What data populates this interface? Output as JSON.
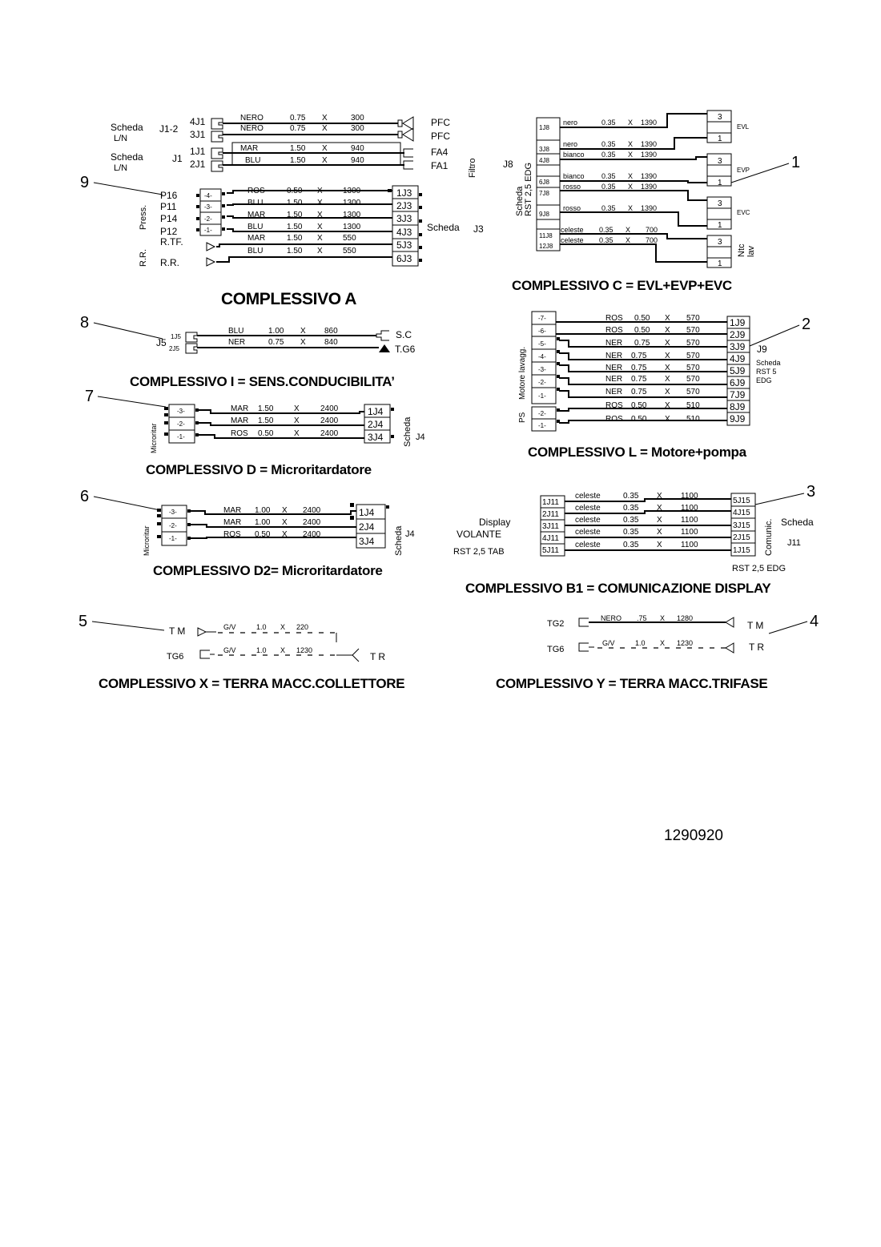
{
  "drawing_code": "1290920",
  "assemblies": {
    "A": {
      "title": "COMPLESSIVO A",
      "ref": "9",
      "left_labels": {
        "scheda1": "Scheda",
        "ln1": "L/N",
        "j12": "J1-2",
        "scheda2": "Scheda",
        "ln2": "L/N",
        "j1": "J1",
        "press": "Press.",
        "rr_side": "R.R.",
        "p": [
          "P16",
          "P11",
          "P14",
          "P12"
        ],
        "rtf": "R.TF.",
        "rr": "R.R."
      },
      "filter_wires": [
        {
          "pin": "4J1",
          "color": "NERO",
          "section": "0.75",
          "x": "X",
          "length": "300",
          "end": "PFC"
        },
        {
          "pin": "3J1",
          "color": "NERO",
          "section": "0.75",
          "x": "X",
          "length": "300",
          "end": "PFC"
        },
        {
          "pin": "1J1",
          "color": "MAR",
          "section": "1.50",
          "x": "X",
          "length": "940",
          "end": "FA4"
        },
        {
          "pin": "2J1",
          "color": "BLU",
          "section": "1.50",
          "x": "X",
          "length": "940",
          "end": "FA1"
        }
      ],
      "filtro": "Filtro",
      "conn_pins": [
        "-4-",
        "-3-",
        "-2-",
        "-1-"
      ],
      "press_wires": [
        {
          "color": "ROS",
          "section": "0.50",
          "x": "X",
          "length": "1300",
          "pin": "1J3"
        },
        {
          "color": "BLU",
          "section": "1.50",
          "x": "X",
          "length": "1300",
          "pin": "2J3"
        },
        {
          "color": "MAR",
          "section": "1.50",
          "x": "X",
          "length": "1300",
          "pin": "3J3"
        },
        {
          "color": "BLU",
          "section": "1.50",
          "x": "X",
          "length": "1300",
          "pin": "4J3"
        },
        {
          "color": "MAR",
          "section": "1.50",
          "x": "X",
          "length": "550",
          "pin": "5J3"
        },
        {
          "color": "BLU",
          "section": "1.50",
          "x": "X",
          "length": "550",
          "pin": "6J3"
        }
      ],
      "scheda": "Scheda",
      "j3": "J3"
    },
    "C": {
      "title": "COMPLESSIVO C = EVL+EVP+EVC",
      "ref": "1",
      "board": [
        "Scheda",
        "RST 2,5 EDG"
      ],
      "j8": "J8",
      "pins": [
        "1J8",
        "3J8",
        "4J8",
        "6J8",
        "7J8",
        "9J8",
        "11J8",
        "12J8"
      ],
      "wires": [
        {
          "color": "nero",
          "section": "0.35",
          "x": "X",
          "length": "1390"
        },
        {
          "color": "nero",
          "section": "0.35",
          "x": "X",
          "length": "1390"
        },
        {
          "color": "bianco",
          "section": "0.35",
          "x": "X",
          "length": "1390"
        },
        {
          "color": "bianco",
          "section": "0.35",
          "x": "X",
          "length": "1390"
        },
        {
          "color": "rosso",
          "section": "0.35",
          "x": "X",
          "length": "1390"
        },
        {
          "color": "rosso",
          "section": "0.35",
          "x": "X",
          "length": "1390"
        },
        {
          "color": "celeste",
          "section": "0.35",
          "x": "X",
          "length": "700"
        },
        {
          "color": "celeste",
          "section": "0.35",
          "x": "X",
          "length": "700"
        }
      ],
      "loads": [
        {
          "name": "EVL",
          "pins": [
            "3",
            "1"
          ]
        },
        {
          "name": "EVP",
          "pins": [
            "3",
            "1"
          ]
        },
        {
          "name": "EVC",
          "pins": [
            "3",
            "1"
          ]
        },
        {
          "name": "Ntc lav",
          "pins": [
            "3",
            "1"
          ]
        }
      ],
      "ntc": [
        "Ntc",
        "lav"
      ]
    },
    "I": {
      "title": "COMPLESSIVO I = SENS.CONDUCIBILITA’",
      "ref": "8",
      "j5": "J5",
      "pins": [
        "1J5",
        "2J5"
      ],
      "wires": [
        {
          "color": "BLU",
          "section": "1.00",
          "x": "X",
          "length": "860",
          "end": "S.C"
        },
        {
          "color": "NER",
          "section": "0.75",
          "x": "X",
          "length": "840",
          "end": "T.G6"
        }
      ]
    },
    "L": {
      "title": "COMPLESSIVO L = Motore+pompa",
      "ref": "2",
      "motor_label": "Motore lavagg.",
      "ps_label": "PS",
      "motor_pins": [
        "-7-",
        "-6-",
        "-5-",
        "-4-",
        "-3-",
        "-2-",
        "-1-"
      ],
      "ps_pins": [
        "-2-",
        "-1-"
      ],
      "wires": [
        {
          "color": "ROS",
          "section": "0.50",
          "x": "X",
          "length": "570",
          "pin": "1J9"
        },
        {
          "color": "ROS",
          "section": "0.50",
          "x": "X",
          "length": "570",
          "pin": "2J9"
        },
        {
          "color": "NER",
          "section": "0.75",
          "x": "X",
          "length": "570",
          "pin": "3J9"
        },
        {
          "color": "NER",
          "section": "0.75",
          "x": "X",
          "length": "570",
          "pin": "4J9"
        },
        {
          "color": "NER",
          "section": "0.75",
          "x": "X",
          "length": "570",
          "pin": "5J9"
        },
        {
          "color": "NER",
          "section": "0.75",
          "x": "X",
          "length": "570",
          "pin": "6J9"
        },
        {
          "color": "NER",
          "section": "0.75",
          "x": "X",
          "length": "570",
          "pin": "7J9"
        },
        {
          "color": "ROS",
          "section": "0.50",
          "x": "X",
          "length": "510",
          "pin": "8J9"
        },
        {
          "color": "ROS",
          "section": "0.50",
          "x": "X",
          "length": "510",
          "pin": "9J9"
        }
      ],
      "j9": "J9",
      "board": [
        "Scheda",
        "RST 5",
        "EDG"
      ]
    },
    "D": {
      "title": "COMPLESSIVO D = Microritardatore",
      "ref": "7",
      "side": "Microritar",
      "conn_pins": [
        "-3-",
        "-2-",
        "-1-"
      ],
      "wires": [
        {
          "color": "MAR",
          "section": "1.50",
          "x": "X",
          "length": "2400",
          "pin": "1J4"
        },
        {
          "color": "MAR",
          "section": "1.50",
          "x": "X",
          "length": "2400",
          "pin": "2J4"
        },
        {
          "color": "ROS",
          "section": "0.50",
          "x": "X",
          "length": "2400",
          "pin": "3J4"
        }
      ],
      "scheda": "Scheda",
      "j4": "J4"
    },
    "D2": {
      "title": "COMPLESSIVO D2= Microritardatore",
      "ref": "6",
      "side": "Microritar",
      "conn_pins": [
        "-3-",
        "-2-",
        "-1-"
      ],
      "wires": [
        {
          "color": "MAR",
          "section": "1.00",
          "x": "X",
          "length": "2400",
          "pin": "1J4"
        },
        {
          "color": "MAR",
          "section": "1.00",
          "x": "X",
          "length": "2400",
          "pin": "2J4"
        },
        {
          "color": "ROS",
          "section": "0.50",
          "x": "X",
          "length": "2400",
          "pin": "3J4"
        }
      ],
      "scheda": "Scheda",
      "j4": "J4"
    },
    "B1": {
      "title": "COMPLESSIVO B1 = COMUNICAZIONE DISPLAY",
      "ref": "3",
      "left": [
        "Display",
        "VOLANTE",
        "RST 2,5 TAB"
      ],
      "left_pins": [
        "1J11",
        "2J11",
        "3J11",
        "4J11",
        "5J11"
      ],
      "right_pins": [
        "5J15",
        "4J15",
        "3J15",
        "2J15",
        "1J15"
      ],
      "wires": [
        {
          "color": "celeste",
          "section": "0.35",
          "x": "X",
          "length": "1100"
        },
        {
          "color": "celeste",
          "section": "0.35",
          "x": "X",
          "length": "1100"
        },
        {
          "color": "celeste",
          "section": "0.35",
          "x": "X",
          "length": "1100"
        },
        {
          "color": "celeste",
          "section": "0.35",
          "x": "X",
          "length": "1100"
        },
        {
          "color": "celeste",
          "section": "0.35",
          "x": "X",
          "length": "1100"
        }
      ],
      "comunic": "Comunic.",
      "scheda": "Scheda",
      "j11": "J11",
      "bottom": "RST 2,5 EDG"
    },
    "X": {
      "title": "COMPLESSIVO X = TERRA MACC.COLLETTORE",
      "ref": "5",
      "tm": "TM",
      "tg6": "TG6",
      "tr": "TR",
      "wires": [
        {
          "color": "G/V",
          "section": "1.0",
          "x": "X",
          "length": "220"
        },
        {
          "color": "G/V",
          "section": "1.0",
          "x": "X",
          "length": "1230"
        }
      ]
    },
    "Y": {
      "title": "COMPLESSIVO Y = TERRA MACC.TRIFASE",
      "ref": "4",
      "tg2": "TG2",
      "tg6": "TG6",
      "tm": "TM",
      "tr": "TR",
      "wires": [
        {
          "color": "NERO",
          "section": ".75",
          "x": "X",
          "length": "1280"
        },
        {
          "color": "G/V",
          "section": "1.0",
          "x": "X",
          "length": "1230"
        }
      ]
    }
  }
}
